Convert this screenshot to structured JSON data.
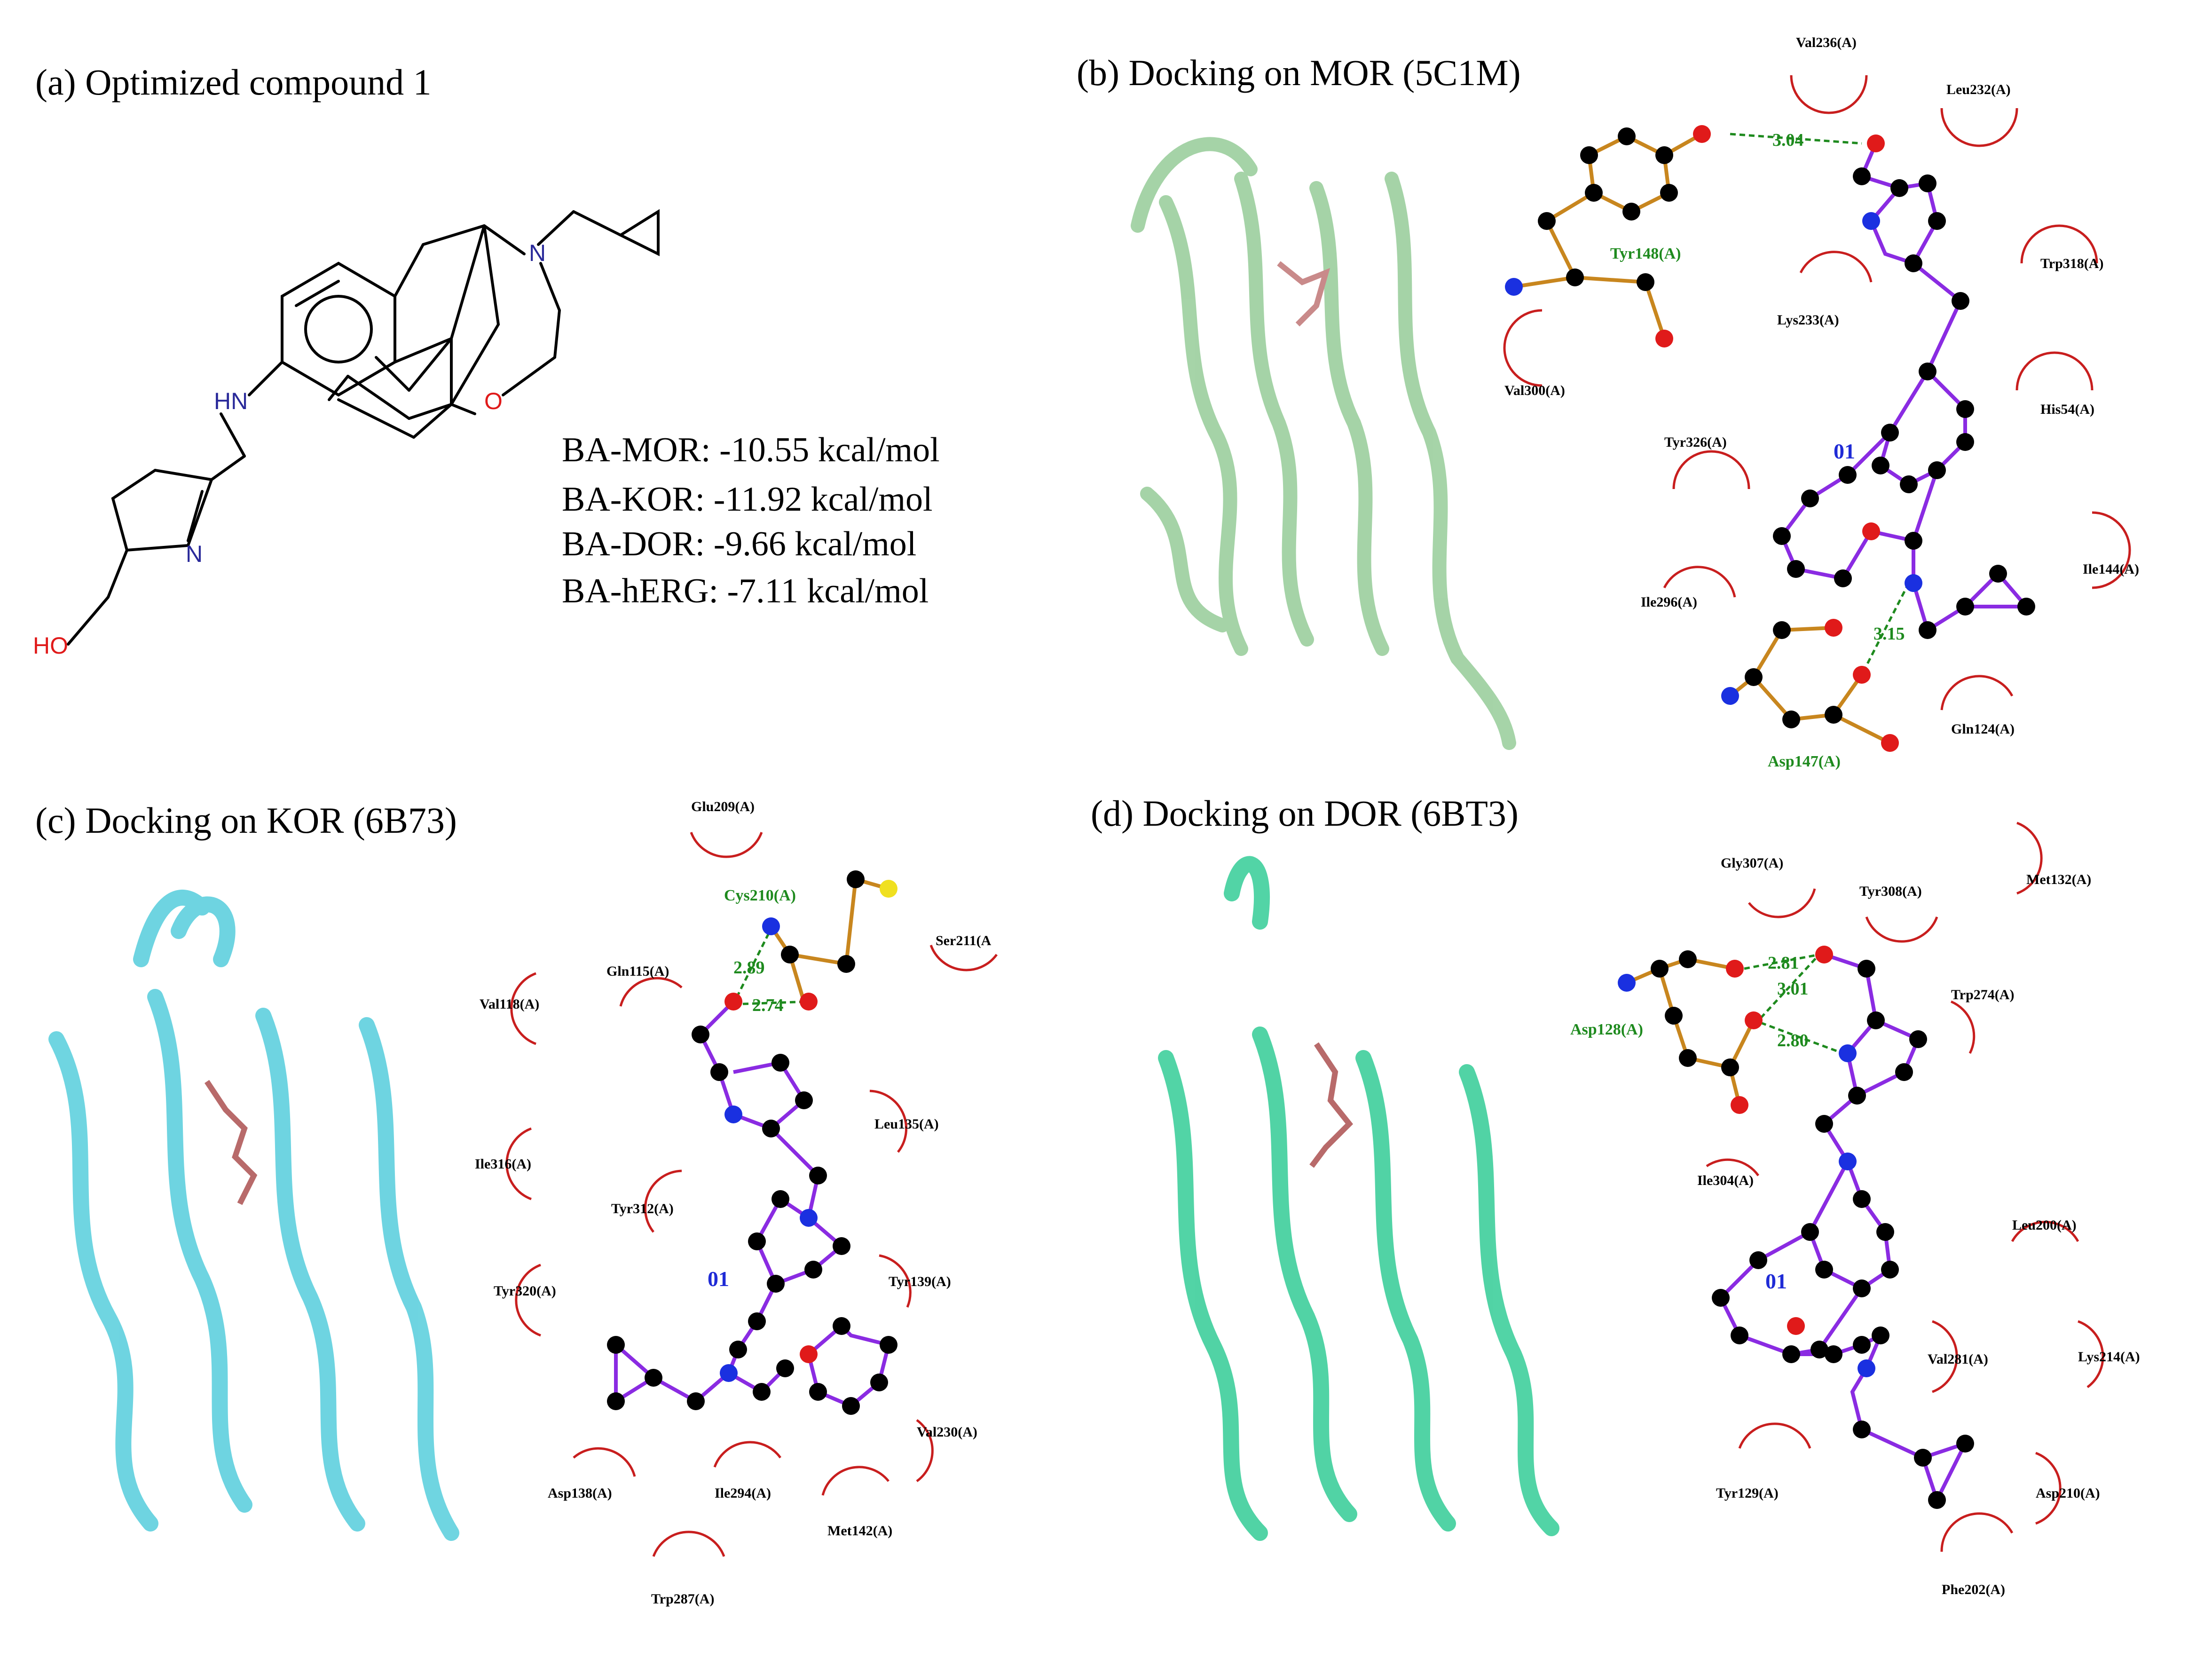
{
  "panels": {
    "a": {
      "title": "(a) Optimized compound 1",
      "atoms": {
        "N_amine": "N",
        "HN": "HN",
        "N_ring": "N",
        "O_ether": "O",
        "HO": "HO"
      },
      "binding_affinities": [
        "BA-MOR: -10.55 kcal/mol",
        "BA-KOR: -11.92 kcal/mol",
        "BA-DOR: -9.66 kcal/mol",
        "BA-hERG: -7.11 kcal/mol"
      ]
    },
    "b": {
      "title": "(b) Docking on MOR (5C1M)",
      "protein_color": "#9ccf9e",
      "ligand_id": "01",
      "hbond_residues": [
        "Tyr148(A)",
        "Asp147(A)"
      ],
      "hbond_distances": [
        "3.04",
        "3.15"
      ],
      "hydrophobic_residues": [
        "Val236(A)",
        "Leu232(A)",
        "Trp318(A)",
        "Lys233(A)",
        "His54(A)",
        "Val300(A)",
        "Tyr326(A)",
        "Ile144(A)",
        "Ile296(A)",
        "Gln124(A)"
      ],
      "ligand_atoms": [
        "C2",
        "C3",
        "C4",
        "C5",
        "C6",
        "C7",
        "N8",
        "N69",
        "O1",
        "C9",
        "C10",
        "C11",
        "C12",
        "C13",
        "C14",
        "C16",
        "C17",
        "C18",
        "C19",
        "C21",
        "C22",
        "C23",
        "C24",
        "C25",
        "C26",
        "C27",
        "C28",
        "O29",
        "N67"
      ],
      "residue_atoms": [
        "OH",
        "CE1",
        "CD1",
        "CZ",
        "CE2",
        "CG",
        "CD2",
        "CB",
        "CA",
        "N",
        "C",
        "O",
        "OD1",
        "OD2"
      ]
    },
    "c": {
      "title": "(c) Docking on KOR (6B73)",
      "protein_color": "#5fd0de",
      "ligand_id": "01",
      "hbond_residues": [
        "Cys210(A)"
      ],
      "hbond_distances": [
        "2.89",
        "2.74"
      ],
      "hydrophobic_residues": [
        "Glu209(A)",
        "Ser211(A",
        "Gln115(A)",
        "Val118(A)",
        "Leu135(A)",
        "Ile316(A)",
        "Tyr312(A)",
        "Tyr139(A)",
        "Tyr320(A)",
        "Val230(A)",
        "Asp138(A)",
        "Ile294(A)",
        "Met142(A)",
        "Trp287(A)"
      ],
      "ligand_atoms": [
        "O1",
        "C2",
        "C3",
        "C4",
        "C5",
        "C6",
        "C7",
        "N8",
        "N69",
        "C9",
        "C10",
        "C11",
        "C12",
        "C13",
        "C14",
        "C15",
        "C16",
        "C17",
        "C18",
        "C19",
        "C22",
        "C23",
        "C24",
        "C25",
        "C26",
        "C27",
        "C28",
        "C20",
        "N67"
      ],
      "residue_atoms": [
        "CB",
        "SG",
        "N",
        "CA",
        "C",
        "O"
      ]
    },
    "d": {
      "title": "(d) Docking on DOR (6BT3)",
      "protein_color": "#3fcf9c",
      "ligand_id": "01",
      "hbond_residues": [
        "Asp128(A)"
      ],
      "hbond_distances": [
        "2.81",
        "3.01",
        "2.80"
      ],
      "hydrophobic_residues": [
        "Gly307(A)",
        "Tyr308(A)",
        "Met132(A)",
        "Trp274(A)",
        "Ile304(A)",
        "Leu200(A)",
        "Val281(A)",
        "Lys214(A)",
        "Tyr129(A)",
        "Asp210(A)",
        "Phe202(A)"
      ],
      "ligand_atoms": [
        "O1",
        "C2",
        "C3",
        "C4",
        "C5",
        "C6",
        "C7",
        "N8",
        "N69",
        "C9",
        "C10",
        "C11",
        "C12",
        "C13",
        "C14",
        "C16",
        "C17",
        "C18",
        "C19",
        "C21",
        "C22",
        "C23",
        "C24",
        "C25",
        "C26",
        "C27",
        "C28",
        "O29",
        "N67"
      ],
      "residue_atoms": [
        "N",
        "CA",
        "C",
        "O",
        "CB",
        "CG",
        "OD1",
        "OD2"
      ]
    }
  },
  "colors": {
    "ligand_bond": "#8a2be2",
    "residue_bond": "#c8861e",
    "hbond": "#1e8a1e",
    "hydrophobic": "#c81e1e",
    "carbon": "#000000",
    "nitrogen": "#1a30e0",
    "oxygen": "#e01a1a",
    "sulfur": "#f0e020",
    "mol_nitrogen": "#2a2a9a",
    "mol_oxygen": "#e01a1a"
  }
}
